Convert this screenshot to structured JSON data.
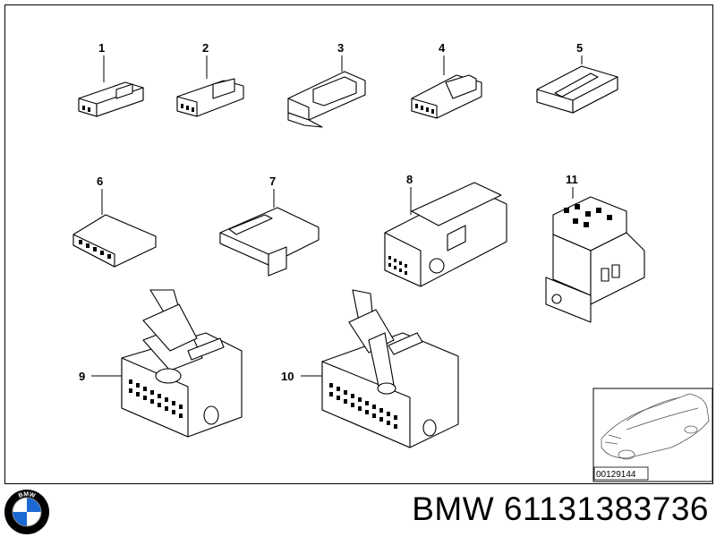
{
  "diagram": {
    "callouts": [
      "1",
      "2",
      "3",
      "4",
      "5",
      "6",
      "7",
      "8",
      "11",
      "9",
      "10"
    ],
    "reference_id": "00129144"
  },
  "footer": {
    "logo_text": "BMW",
    "part_number": "BMW 61131383736"
  }
}
